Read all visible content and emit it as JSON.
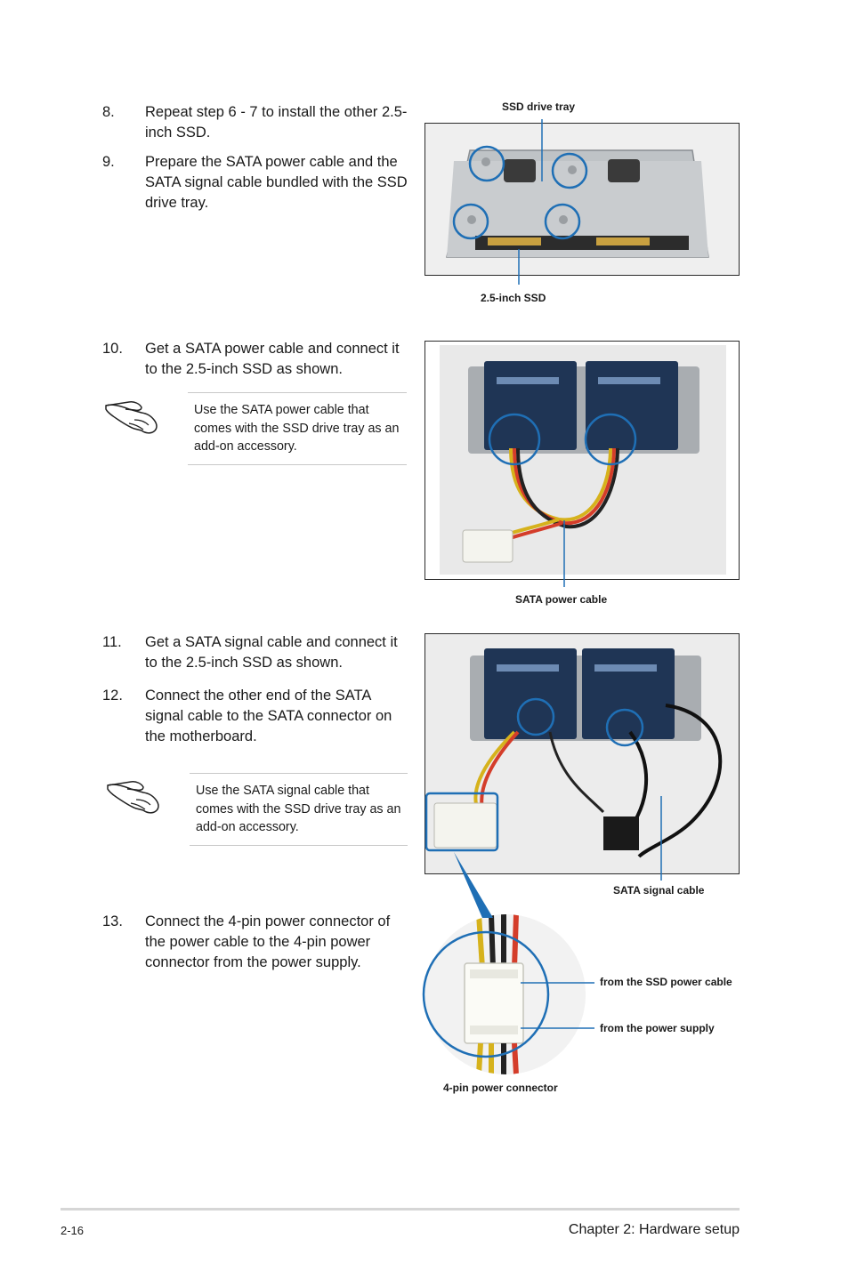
{
  "steps": [
    {
      "num": "8.",
      "text": "Repeat step 6 - 7 to install the other 2.5-inch SSD."
    },
    {
      "num": "9.",
      "text": "Prepare the SATA power cable and the SATA signal cable bundled with the SSD drive tray."
    },
    {
      "num": "10.",
      "text": "Get a SATA power cable and connect it to the 2.5-inch SSD as shown."
    },
    {
      "num": "11.",
      "text": "Get a SATA signal cable and connect it to the 2.5-inch SSD as shown."
    },
    {
      "num": "12.",
      "text": "Connect the other end of the SATA signal cable to the SATA connector on the motherboard."
    },
    {
      "num": "13.",
      "text": "Connect the 4-pin power connector of the power cable to the 4-pin power connector from the power supply."
    }
  ],
  "notes": [
    {
      "text": "Use the SATA power cable that comes with the SSD drive tray as an add-on accessory."
    },
    {
      "text": "Use the SATA signal cable that comes with the SSD drive tray as an add-on accessory."
    }
  ],
  "labels": {
    "ssd_drive_tray": "SSD drive tray",
    "ssd_25": "2.5-inch SSD",
    "sata_power_cable": "SATA power cable",
    "sata_signal_cable": "SATA signal cable",
    "from_ssd_power": "from the SSD power cable",
    "from_power_supply": "from the power supply",
    "four_pin": "4-pin power connector"
  },
  "footer": {
    "page": "2-16",
    "chapter": "Chapter 2:  Hardware setup"
  },
  "colors": {
    "callout_blue": "#1f6fb5",
    "rule_gray": "#c8c8c8"
  },
  "icons": {
    "note": "pointing-hand-icon"
  }
}
